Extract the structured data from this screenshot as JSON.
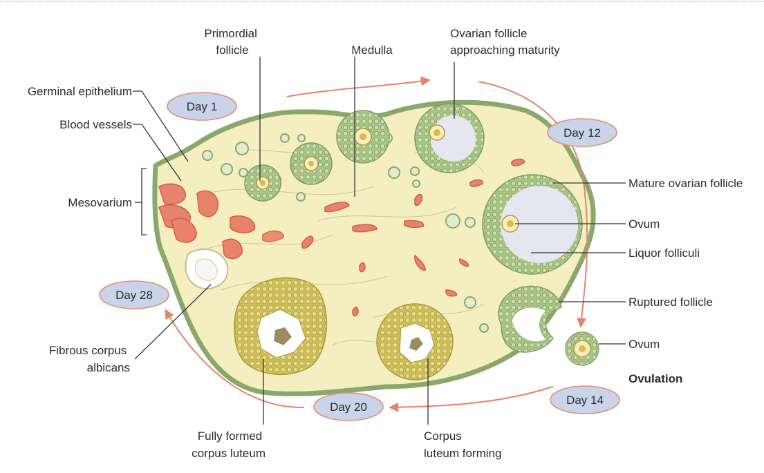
{
  "labels": {
    "primordial_follicle": [
      "Primordial",
      "follicle"
    ],
    "medulla": "Medulla",
    "ovarian_follicle_approaching": [
      "Ovarian follicle",
      "approaching maturity"
    ],
    "germinal_epithelium": "Germinal epithelium",
    "blood_vessels": "Blood vessels",
    "mesovarium": "Mesovarium",
    "mature_ovarian_follicle": "Mature ovarian follicle",
    "ovum_1": "Ovum",
    "liquor_folliculi": "Liquor folliculi",
    "ruptured_follicle": "Ruptured follicle",
    "ovum_2": "Ovum",
    "ovulation": "Ovulation",
    "fibrous_corpus_albicans": [
      "Fibrous corpus",
      "albicans"
    ],
    "fully_formed_corpus_luteum": [
      "Fully formed",
      "corpus luteum"
    ],
    "corpus_luteum_forming": [
      "Corpus",
      "luteum forming"
    ]
  },
  "days": {
    "day1": "Day 1",
    "day12": "Day 12",
    "day14": "Day 14",
    "day20": "Day 20",
    "day28": "Day 28"
  },
  "colors": {
    "stroma": "#f4eec0",
    "granulosa": "#a9c489",
    "vessel": "#e9826a",
    "luteum": "#d8cc6a",
    "pill": "#c9d3ea",
    "cycle_arrow": "#e9826a"
  }
}
